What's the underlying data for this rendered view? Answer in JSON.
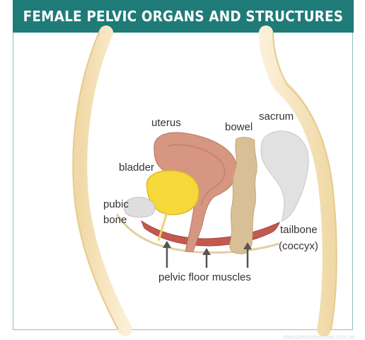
{
  "title": "FEMALE PELVIC ORGANS AND STRUCTURES",
  "labels": {
    "uterus": "uterus",
    "bowel": "bowel",
    "sacrum": "sacrum",
    "bladder": "bladder",
    "pubic_bone_line1": "pubic",
    "pubic_bone_line2": "bone",
    "tailbone_line1": "tailbone",
    "tailbone_line2": "(coccyx)",
    "pelvic_floor_muscles": "pelvic floor muscles"
  },
  "credit": "www.pelvicexercises.com.au",
  "colors": {
    "header": "#1f7b78",
    "body_outline": "#f1ddb0",
    "uterus": "#d4917d",
    "bladder": "#f5d63b",
    "bowel": "#d2b48c",
    "bone": "#dcdcdc",
    "muscle": "#c0504d",
    "arrow": "#555555"
  }
}
